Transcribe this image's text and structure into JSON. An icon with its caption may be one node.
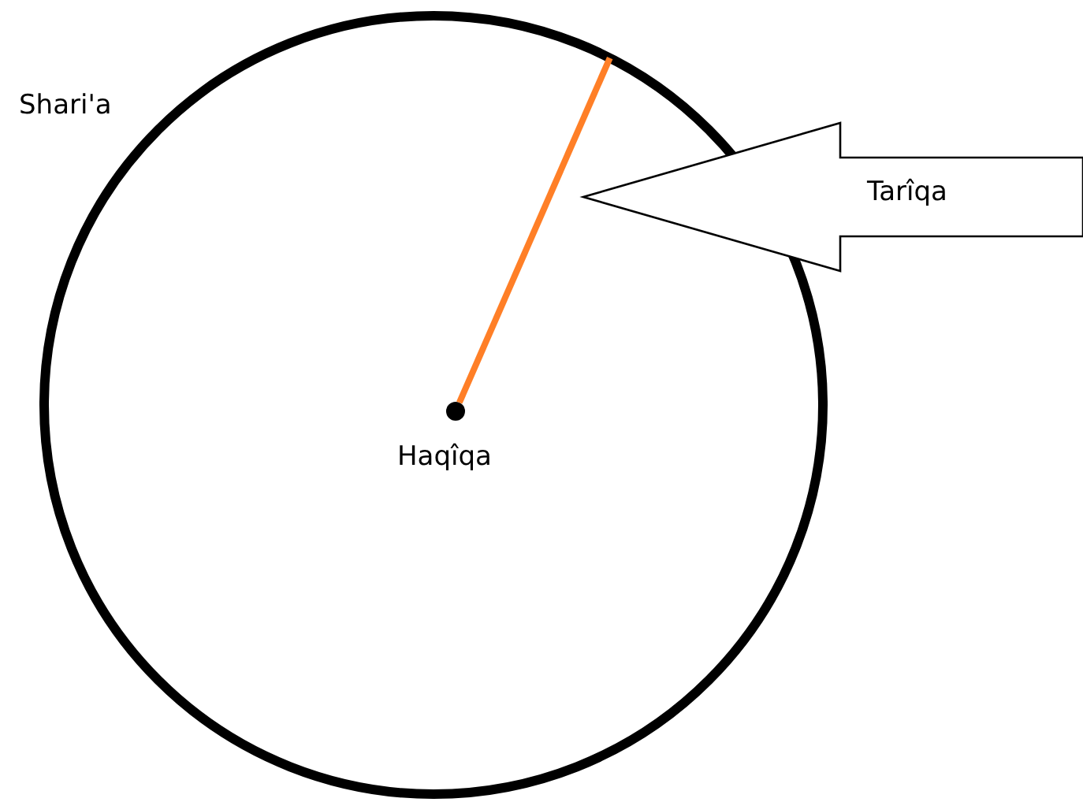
{
  "diagram": {
    "nodes": [
      {
        "text": [
          "Shari'a"
        ]
      },
      {
        "text": [
          "Tarîqa"
        ]
      },
      {
        "text": [
          "Haqîqa"
        ],
        "in": 0
      }
    ],
    "edges": [
      {
        "from": 0,
        "to": 2,
        "arrow": "none",
        "color": "#ff7f27"
      }
    ]
  }
}
